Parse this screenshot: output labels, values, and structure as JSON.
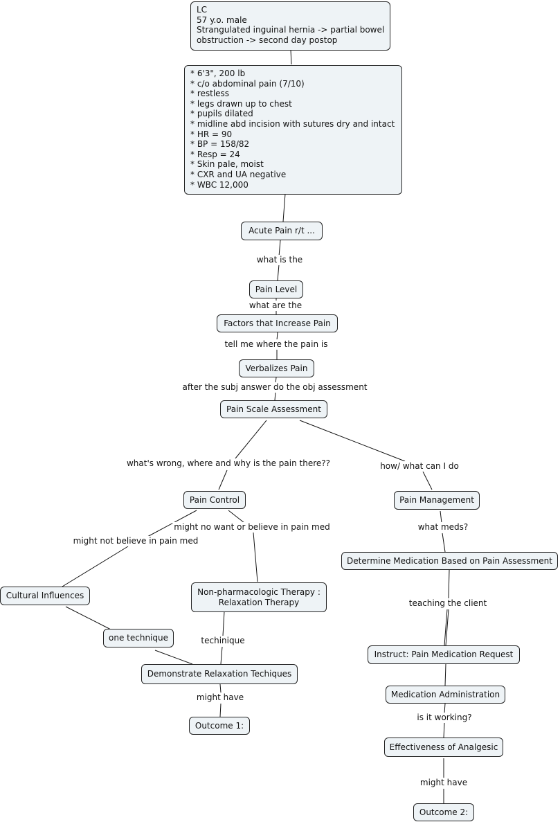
{
  "nodes": {
    "patient": [
      "LC",
      "57 y.o. male",
      "Strangulated inguinal hernia -> partial bowel",
      "obstruction -> second day postop"
    ],
    "assessment": [
      "* 6'3\", 200 lb",
      "* c/o abdominal pain (7/10)",
      "* restless",
      "* legs drawn up to chest",
      "* pupils dilated",
      "* midline abd incision with sutures dry and intact",
      "* HR = 90",
      "* BP = 158/82",
      "* Resp = 24",
      "* Skin pale, moist",
      "* CXR and UA negative",
      "* WBC 12,000"
    ],
    "acute_pain": "Acute Pain r/t ...",
    "pain_level": "Pain Level",
    "factors": "Factors that Increase Pain",
    "verbalizes": "Verbalizes Pain",
    "pain_scale": "Pain Scale Assessment",
    "pain_control": "Pain Control",
    "pain_management": "Pain Management",
    "determine_med": "Determine Medication Based on Pain Assessment",
    "cultural": "Cultural Influences",
    "nonpharm": [
      "Non-pharmacologic Therapy :",
      "Relaxation Therapy"
    ],
    "one_technique": "one technique",
    "demonstrate": "Demonstrate Relaxation Techiques",
    "outcome1": "Outcome 1:",
    "instruct": "Instruct: Pain Medication Request",
    "med_admin": "Medication Administration",
    "effectiveness": "Effectiveness of Analgesic",
    "outcome2": "Outcome 2:"
  },
  "links": {
    "what_is_the": "what is the",
    "what_are_the": "what are the",
    "tell_me": "tell me where the pain is",
    "after_subj": "after the subj answer do the obj assessment",
    "whats_wrong": "what's wrong, where and why is the pain there??",
    "how_what": "how/ what can I do",
    "might_not_believe": "might not believe in pain med",
    "might_no_want": "might no want or believe in pain med",
    "what_meds": "what meds?",
    "teaching": "teaching the client",
    "techinique": "techinique",
    "might_have_1": "might have",
    "is_it_working": "is it working?",
    "might_have_2": "might have"
  },
  "colors": {
    "node_fill": "#eef3f6",
    "node_border": "#222222",
    "line": "#111111"
  }
}
